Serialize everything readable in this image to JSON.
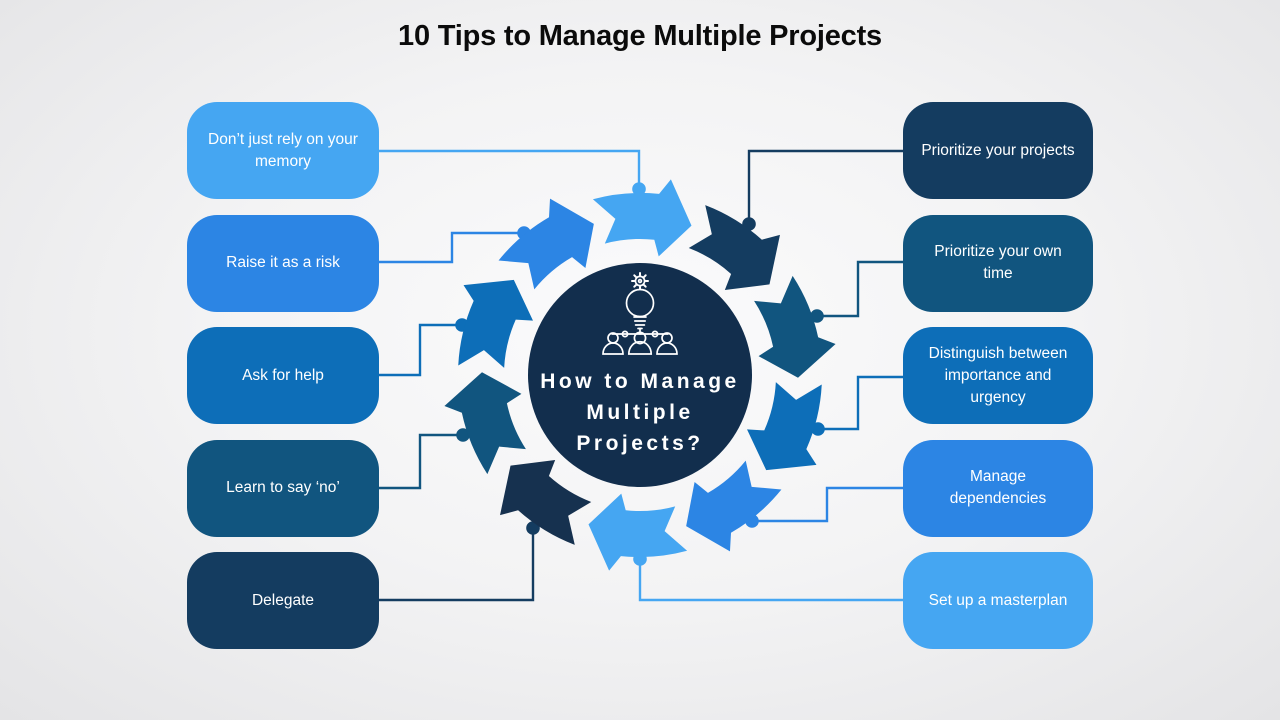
{
  "title": "10 Tips to Manage Multiple Projects",
  "palette": {
    "light": "#45A6F2",
    "bright": "#2C85E4",
    "medium": "#0D6EB8",
    "steel": "#11557F",
    "navy": "#143C60",
    "navy_deep": "#16314F"
  },
  "tips_left": [
    {
      "label": "Don’t just rely on your memory",
      "color": "light"
    },
    {
      "label": "Raise it as a risk",
      "color": "bright"
    },
    {
      "label": "Ask for help",
      "color": "medium"
    },
    {
      "label": "Learn to say ‘no’",
      "color": "steel"
    },
    {
      "label": "Delegate",
      "color": "navy"
    }
  ],
  "tips_right": [
    {
      "label": "Prioritize your projects",
      "color": "navy"
    },
    {
      "label": "Prioritize your own time",
      "color": "steel"
    },
    {
      "label": "Distinguish between importance and urgency",
      "color": "medium"
    },
    {
      "label": "Manage dependencies",
      "color": "bright"
    },
    {
      "label": "Set up a masterplan",
      "color": "light"
    }
  ],
  "center": {
    "bg": "#122E4D",
    "icon": "idea-team-icon",
    "icon_color": "#ffffff",
    "lines": [
      "How to Manage",
      "Multiple",
      "Projects?"
    ]
  },
  "ring": {
    "arrow_colors": [
      "light",
      "navy",
      "steel",
      "medium",
      "bright",
      "light",
      "navy_deep",
      "steel",
      "medium",
      "bright"
    ]
  }
}
